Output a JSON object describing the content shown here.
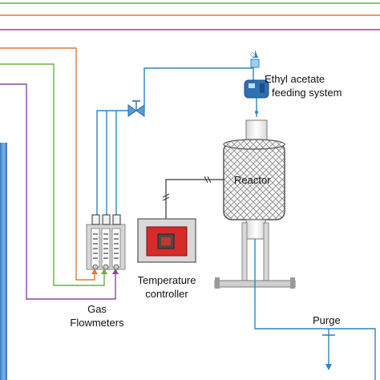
{
  "labels": {
    "ethyl_acetate_line1": "Ethyl acetate",
    "ethyl_acetate_line2": "feeding system",
    "reactor": "Reactor",
    "temperature_line1": "Temperature",
    "temperature_line2": "controller",
    "gas": "Gas",
    "flowmeters": "Flowmeters",
    "purge": "Purge"
  },
  "colors": {
    "orange_line": "#e07b39",
    "green_line": "#6ab04c",
    "purple_line": "#8e44ad",
    "blue_line": "#2e86c1",
    "reactor_mesh": "#6e6e6e",
    "controller_red": "#d62b2b",
    "gas_cylinder": "#5b9bd5"
  }
}
